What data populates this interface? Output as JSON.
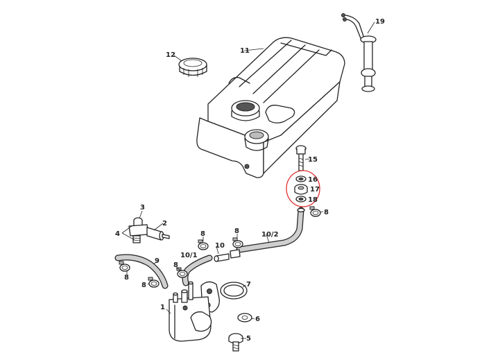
{
  "callouts": {
    "c1": "1",
    "c2": "2",
    "c3": "3",
    "c4": "4",
    "c5": "5",
    "c6": "6",
    "c7": "7",
    "c8": "8",
    "c9": "9",
    "c10": "10",
    "c10_1": "10/1",
    "c10_2": "10/2",
    "c11": "11",
    "c12": "12",
    "c15": "15",
    "c16": "16",
    "c17": "17",
    "c18": "18",
    "c19": "19"
  },
  "highlight": {
    "color": "#e03030"
  }
}
